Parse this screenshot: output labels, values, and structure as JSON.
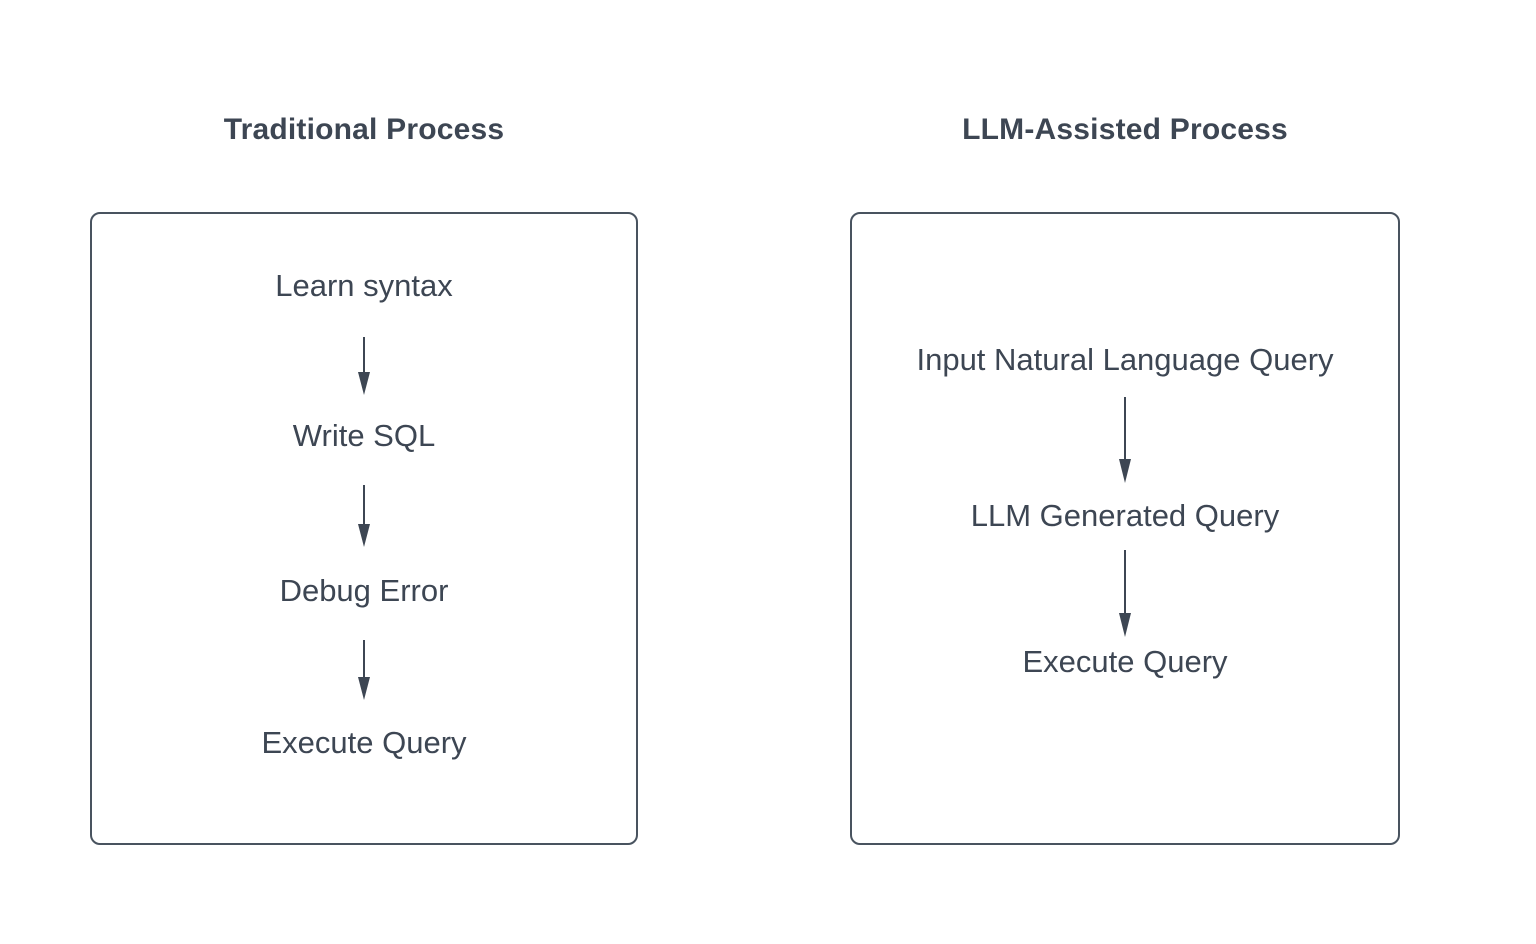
{
  "diagram": {
    "left_panel": {
      "title": "Traditional Process",
      "steps": [
        "Learn syntax",
        "Write SQL",
        "Debug Error",
        "Execute Query"
      ]
    },
    "right_panel": {
      "title": "LLM-Assisted Process",
      "steps": [
        "Input Natural Language Query",
        "LLM Generated Query",
        "Execute Query"
      ]
    },
    "colors": {
      "text": "#3d4653",
      "box_border": "#49535f",
      "arrow": "#3d4653",
      "background": "#ffffff"
    }
  }
}
